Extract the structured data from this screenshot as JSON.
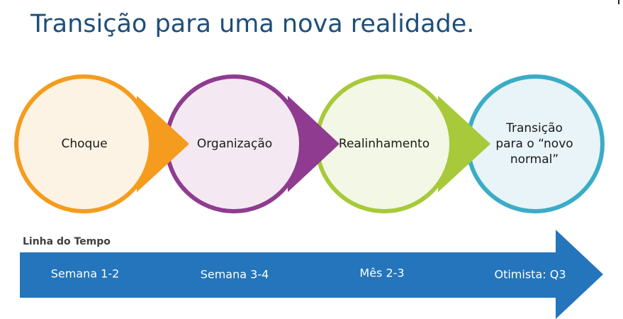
{
  "title": "Transição para uma nova realidade.",
  "colors": {
    "title": "#1f4e79",
    "stage1_ring": "#f59c1e",
    "stage1_fill": "#fdf3e4",
    "stage2_ring": "#8f3b8f",
    "stage2_fill": "#f4e9f2",
    "stage3_ring": "#a7c93a",
    "stage3_fill": "#f3f7e5",
    "stage4_ring": "#3aacc6",
    "stage4_fill": "#e8f4f8",
    "timeline_arrow": "#2475bb"
  },
  "stages": [
    {
      "label": "Choque"
    },
    {
      "label": "Organização"
    },
    {
      "label": "Realinhamento"
    },
    {
      "label": "Transição para o “novo normal”"
    }
  ],
  "timeline": {
    "label": "Linha do Tempo",
    "periods": [
      {
        "label": "Semana 1-2"
      },
      {
        "label": "Semana 3-4"
      },
      {
        "label": "Mês 2-3"
      },
      {
        "label": "Otimista: Q3"
      }
    ]
  }
}
